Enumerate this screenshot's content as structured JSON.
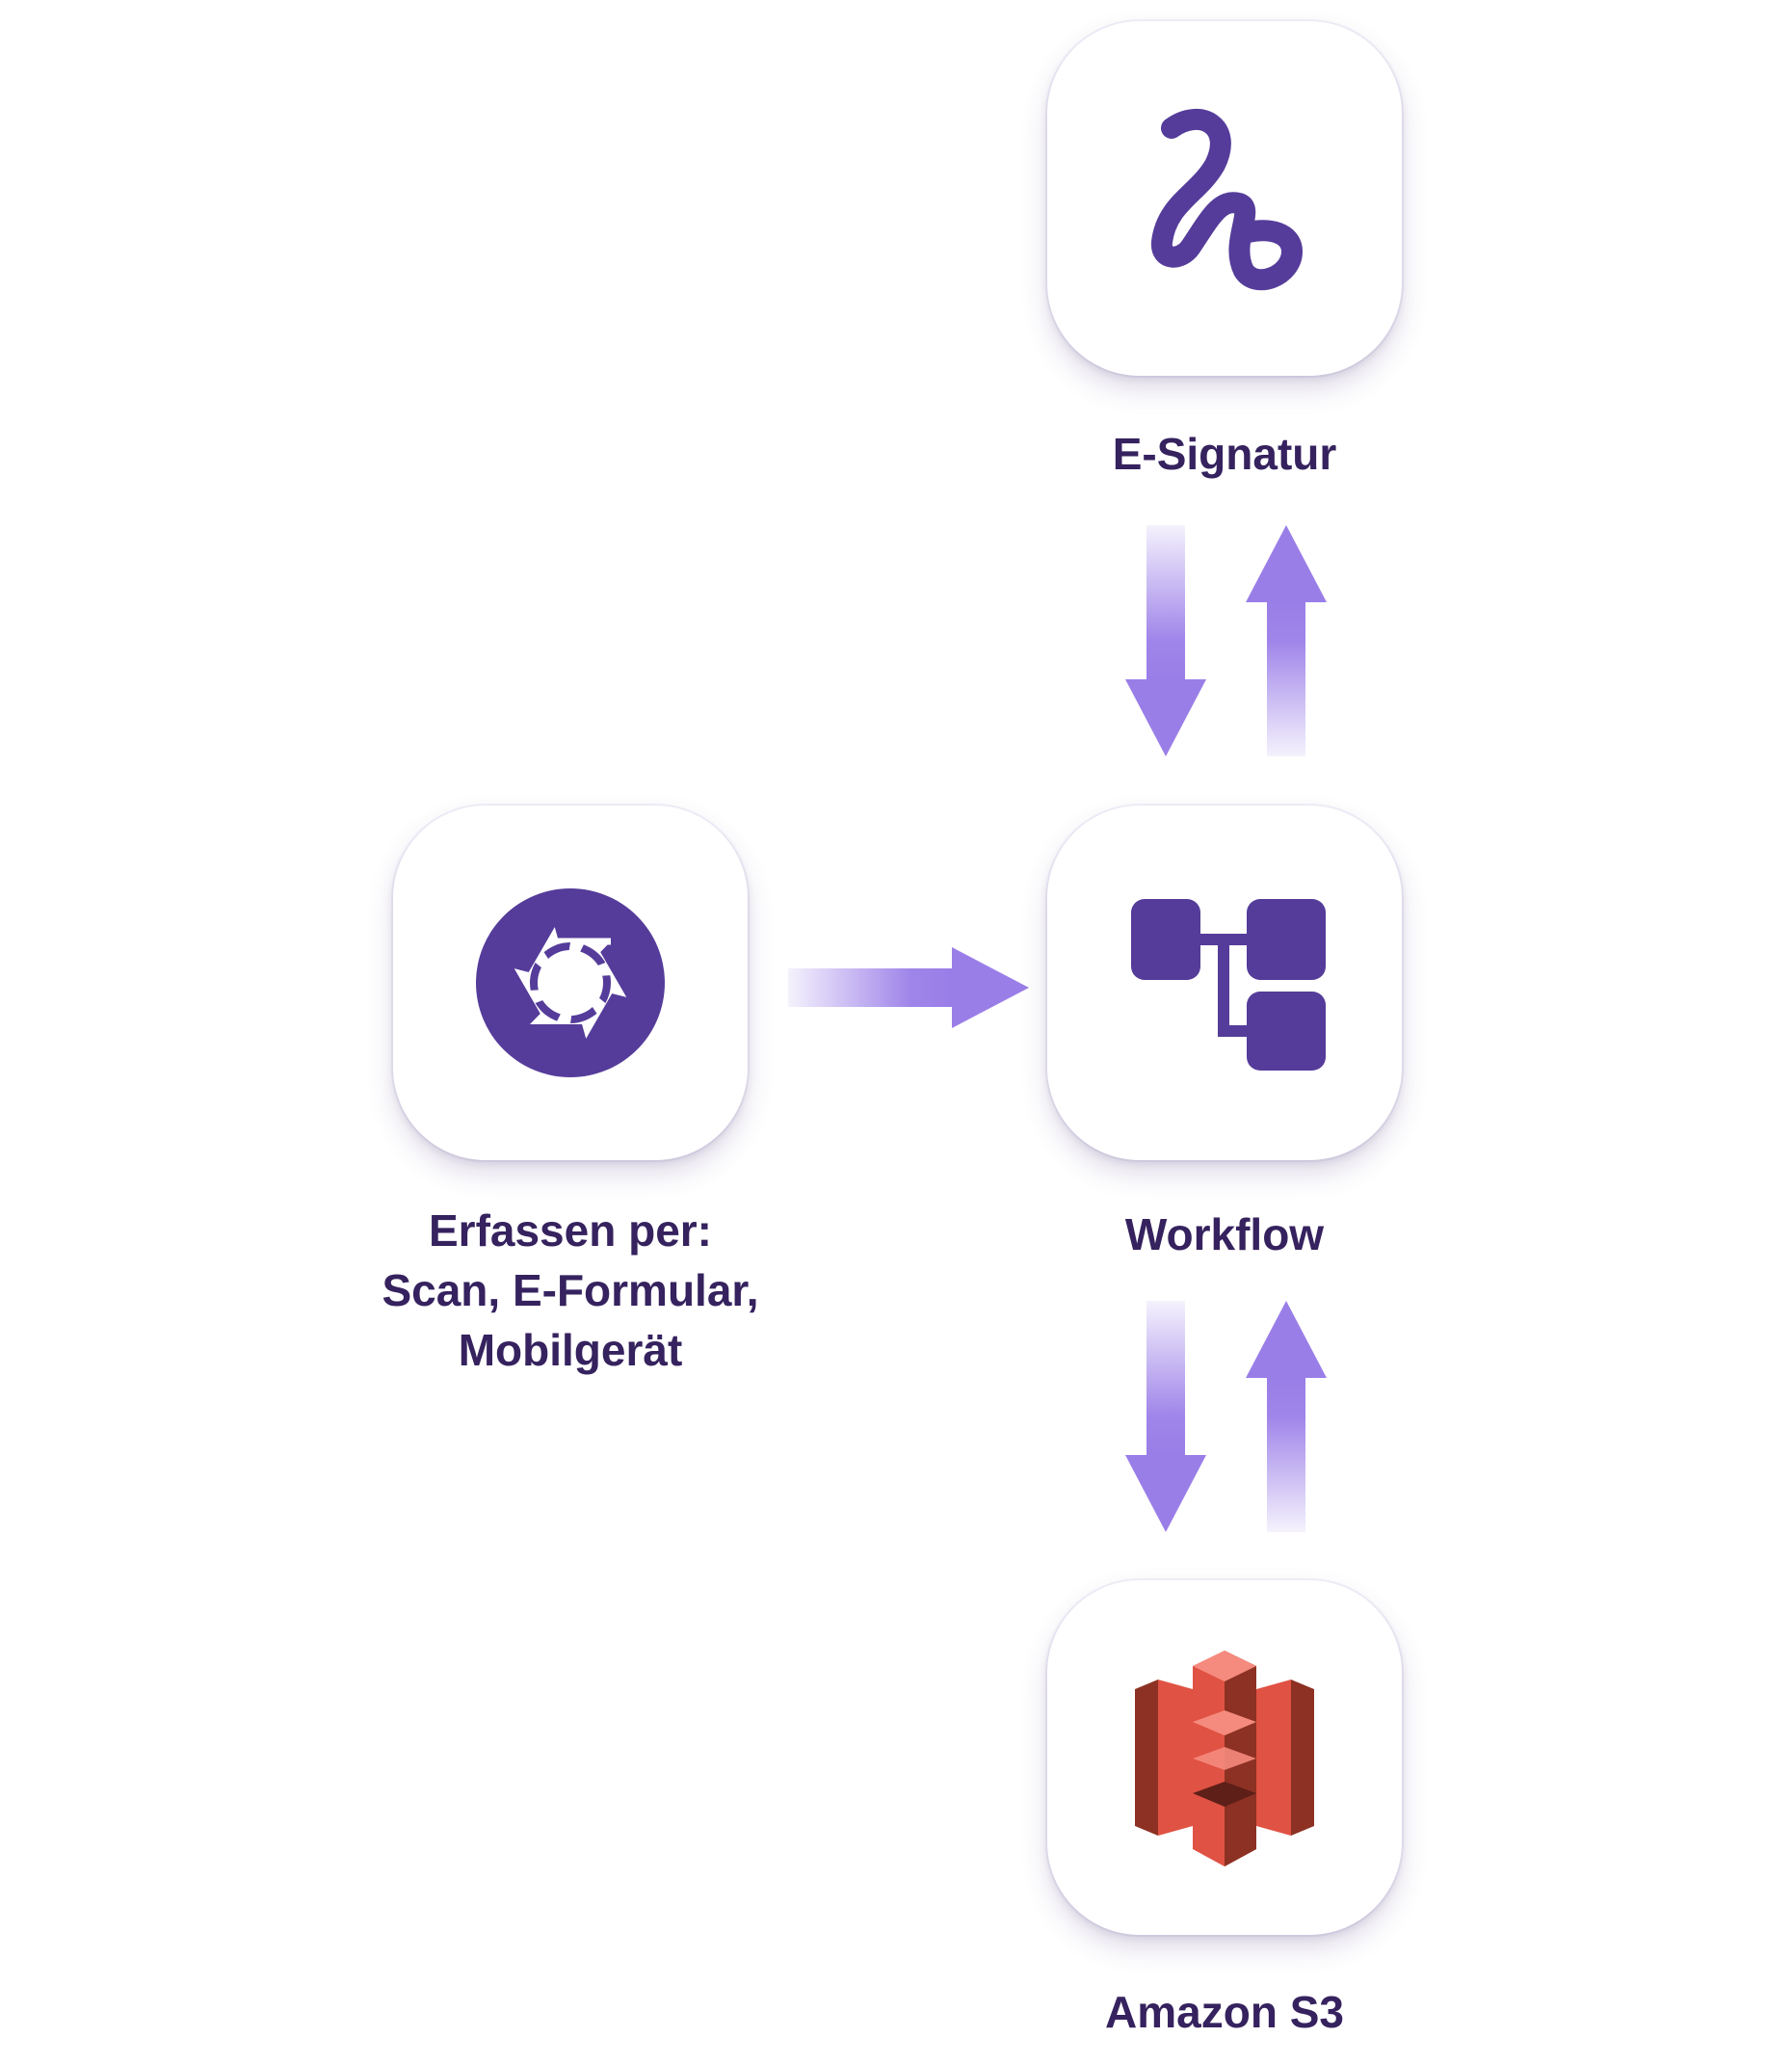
{
  "nodes": {
    "esignatur": {
      "label": "E-Signatur",
      "icon": "signature-squiggle-icon"
    },
    "workflow": {
      "label": "Workflow",
      "icon": "workflow-tree-icon"
    },
    "capture": {
      "label_lines": [
        "Erfassen per:",
        "Scan, E-Formular,",
        "Mobilgerät"
      ],
      "icon": "camera-shutter-icon"
    },
    "s3": {
      "label": "Amazon S3",
      "icon": "amazon-s3-bucket-icon"
    }
  },
  "edges": [
    {
      "from": "capture",
      "to": "workflow"
    },
    {
      "from": "workflow",
      "to": "esignatur"
    },
    {
      "from": "esignatur",
      "to": "workflow"
    },
    {
      "from": "workflow",
      "to": "s3"
    },
    {
      "from": "s3",
      "to": "workflow"
    }
  ],
  "colors": {
    "icon_purple": "#553c9a",
    "label_text": "#35225e",
    "arrow_purple": "#9a7ee8",
    "s3_red_light": "#e05243",
    "s3_red_dark": "#8c3123"
  }
}
